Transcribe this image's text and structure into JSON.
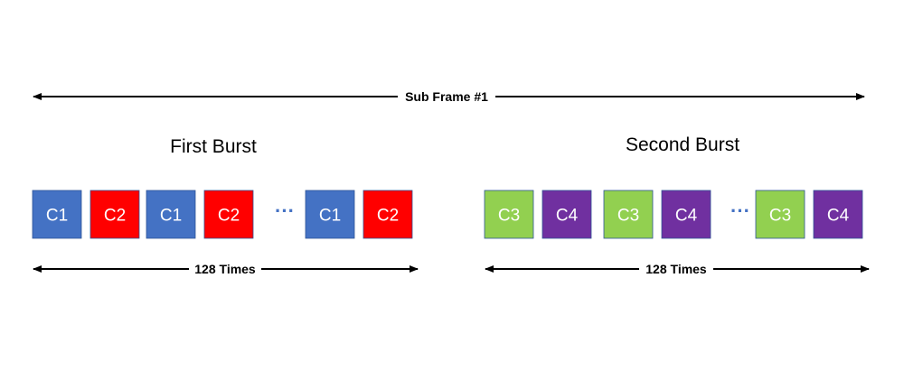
{
  "subframe_label": "Sub Frame #1",
  "bursts": [
    {
      "title": "First Burst",
      "repeat_label": "128 Times",
      "cells": [
        {
          "label": "C1",
          "color": "#4472c4",
          "text": "#ffffff"
        },
        {
          "label": "C2",
          "color": "#ff0000",
          "text": "#ffffff"
        },
        {
          "label": "C1",
          "color": "#4472c4",
          "text": "#ffffff"
        },
        {
          "label": "C2",
          "color": "#ff0000",
          "text": "#ffffff"
        },
        {
          "label": "...",
          "ellipsis": true
        },
        {
          "label": "C1",
          "color": "#4472c4",
          "text": "#ffffff"
        },
        {
          "label": "C2",
          "color": "#ff0000",
          "text": "#ffffff"
        }
      ]
    },
    {
      "title": "Second Burst",
      "repeat_label": "128 Times",
      "cells": [
        {
          "label": "C3",
          "color": "#92d050",
          "text": "#ffffff"
        },
        {
          "label": "C4",
          "color": "#7030a0",
          "text": "#ffffff"
        },
        {
          "label": "C3",
          "color": "#92d050",
          "text": "#ffffff"
        },
        {
          "label": "C4",
          "color": "#7030a0",
          "text": "#ffffff"
        },
        {
          "label": "...",
          "ellipsis": true
        },
        {
          "label": "C3",
          "color": "#92d050",
          "text": "#ffffff"
        },
        {
          "label": "C4",
          "color": "#7030a0",
          "text": "#ffffff"
        }
      ]
    }
  ]
}
